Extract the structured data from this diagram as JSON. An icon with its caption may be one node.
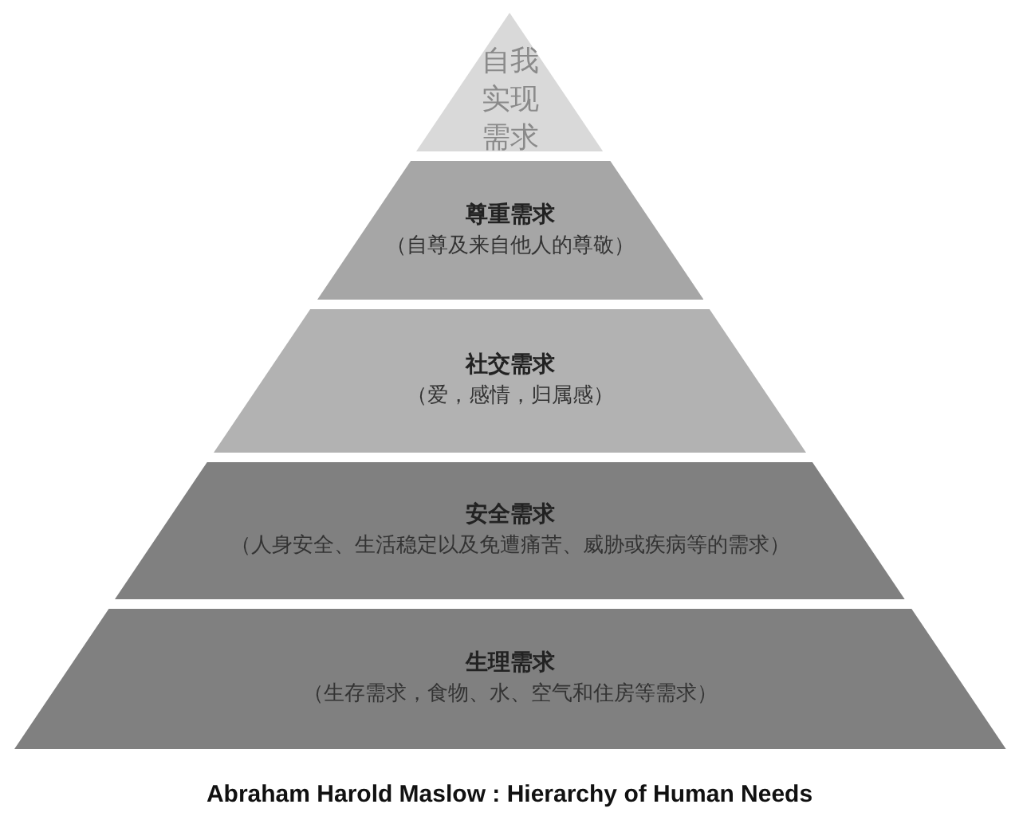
{
  "diagram": {
    "caption": "Abraham Harold Maslow : Hierarchy of Human Needs",
    "nodes": [
      {
        "text": [
          "自我实现需求"
        ]
      },
      {
        "text": [
          "尊重需求",
          "（自尊及来自他人的尊敬）"
        ]
      },
      {
        "text": [
          "社交需求",
          "（爱，感情，归属感）"
        ]
      },
      {
        "text": [
          "安全需求",
          "（人身安全、生活稳定以及免遭痛苦、威胁或疾病等的需求）"
        ]
      },
      {
        "text": [
          "生理需求",
          "（生存需求，食物、水、空气和住房等需求）"
        ]
      }
    ]
  }
}
